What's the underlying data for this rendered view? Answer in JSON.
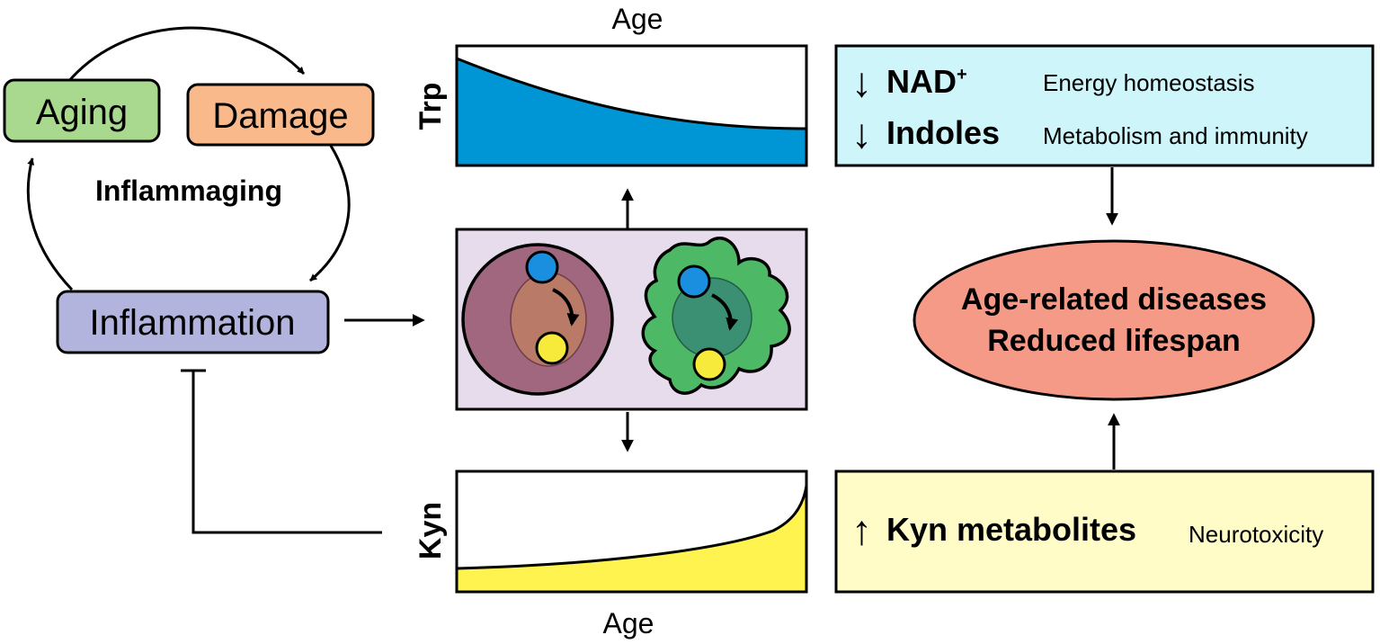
{
  "cycle": {
    "aging": "Aging",
    "damage": "Damage",
    "inflammaging": "Inflammaging",
    "inflammation": "Inflammation"
  },
  "trp_panel": {
    "top_label": "Age",
    "side_label": "Trp",
    "fill_color": "#0096d6"
  },
  "kyn_panel": {
    "bottom_label": "Age",
    "side_label": "Kyn",
    "fill_color": "#fff44f"
  },
  "cells": {
    "background_color": "#e6dcec",
    "round_cell_color": "#a0677f",
    "amoeboid_cell_color": "#4db865",
    "substrate_dot_color": "#1a8fe0",
    "product_dot_color": "#f7ea3a"
  },
  "decline_box": {
    "color": "#cdf5fa",
    "rows": [
      {
        "arrow": "↓",
        "name": "NAD",
        "sup": "+",
        "description": "Energy homeostasis"
      },
      {
        "arrow": "↓",
        "name": "Indoles",
        "sup": "",
        "description": "Metabolism and immunity"
      }
    ]
  },
  "outcome": {
    "line1": "Age-related diseases",
    "line2": "Reduced lifespan",
    "color": "#f49a87"
  },
  "increase_box": {
    "color": "#fffcc8",
    "arrow": "↑",
    "name": "Kyn metabolites",
    "description": "Neurotoxicity"
  },
  "colors": {
    "aging_box": "#a9d98e",
    "damage_box": "#f9b98b",
    "inflammation_box": "#b3b4dd"
  }
}
